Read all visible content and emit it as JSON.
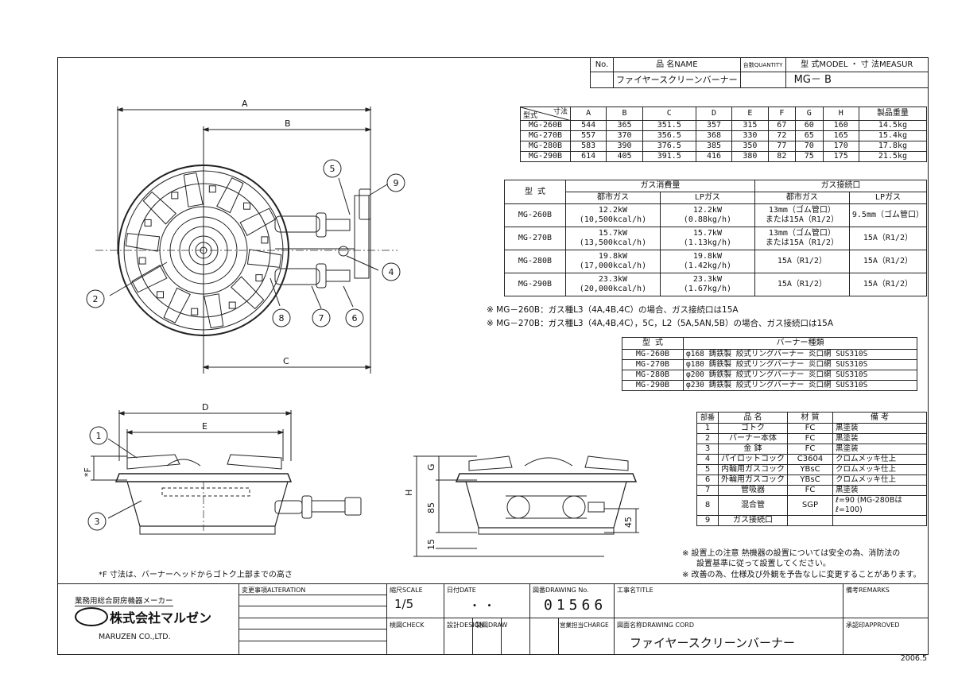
{
  "header": {
    "no_label": "No.",
    "name_label": "品 名NAME",
    "qty_label": "台数QUANTITY",
    "model_label": "型 式MODEL ・ 寸 法MEASUR",
    "name_value": "ファイヤースクリーンバーナー",
    "model_value": "MG－ B"
  },
  "dim_table": {
    "corner_top": "寸法",
    "corner_bottom": "型式",
    "columns": [
      "A",
      "B",
      "C",
      "D",
      "E",
      "F",
      "G",
      "H",
      "製品重量"
    ],
    "rows": [
      {
        "model": "MG-260B",
        "cells": [
          "544",
          "365",
          "351.5",
          "357",
          "315",
          "67",
          "60",
          "160",
          "14.5kg"
        ]
      },
      {
        "model": "MG-270B",
        "cells": [
          "557",
          "370",
          "356.5",
          "368",
          "330",
          "72",
          "65",
          "165",
          "15.4kg"
        ]
      },
      {
        "model": "MG-280B",
        "cells": [
          "583",
          "390",
          "376.5",
          "385",
          "350",
          "77",
          "70",
          "170",
          "17.8kg"
        ]
      },
      {
        "model": "MG-290B",
        "cells": [
          "614",
          "405",
          "391.5",
          "416",
          "380",
          "82",
          "75",
          "175",
          "21.5kg"
        ]
      }
    ]
  },
  "gas_table": {
    "model_header": "型 式",
    "consumption_header": "ガス消費量",
    "connection_header": "ガス接続口",
    "sub_headers": [
      "都市ガス",
      "LPガス",
      "都市ガス",
      "LPガス"
    ],
    "rows": [
      {
        "model": "MG-260B",
        "city": [
          "12.2kW",
          "(10,500kcal/h)"
        ],
        "lp": [
          "12.2kW",
          "(0.88kg/h)"
        ],
        "conn_city": [
          "13mm（ゴム管口）",
          "または15A（R1/2）"
        ],
        "conn_lp": "9.5mm（ゴム管口）"
      },
      {
        "model": "MG-270B",
        "city": [
          "15.7kW",
          "(13,500kcal/h)"
        ],
        "lp": [
          "15.7kW",
          "(1.13kg/h)"
        ],
        "conn_city": [
          "13mm（ゴム管口）",
          "または15A（R1/2）"
        ],
        "conn_lp": "15A（R1/2）"
      },
      {
        "model": "MG-280B",
        "city": [
          "19.8kW",
          "(17,000kcal/h)"
        ],
        "lp": [
          "19.8kW",
          "(1.42kg/h)"
        ],
        "conn_city": [
          "15A（R1/2）"
        ],
        "conn_lp": "15A（R1/2）"
      },
      {
        "model": "MG-290B",
        "city": [
          "23.3kW",
          "(20,000kcal/h)"
        ],
        "lp": [
          "23.3kW",
          "(1.67kg/h)"
        ],
        "conn_city": [
          "15A（R1/2）"
        ],
        "conn_lp": "15A（R1/2）"
      }
    ]
  },
  "gas_notes": [
    "※ MG－260B：ガス種L3（4A,4B,4C）の場合、ガス接続口は15A",
    "※ MG－270B：ガス種L3（4A,4B,4C），5C，L2（5A,5AN,5B）の場合、ガス接続口は15A"
  ],
  "burner_table": {
    "model_header": "型 式",
    "type_header": "バーナー種類",
    "rows": [
      {
        "model": "MG-260B",
        "spec": "φ168 鋳鉄製 絞式リングバーナー 炎口網 SUS310S"
      },
      {
        "model": "MG-270B",
        "spec": "φ180 鋳鉄製 絞式リングバーナー 炎口網 SUS310S"
      },
      {
        "model": "MG-280B",
        "spec": "φ200 鋳鉄製 絞式リングバーナー 炎口網 SUS310S"
      },
      {
        "model": "MG-290B",
        "spec": "φ230 鋳鉄製 絞式リングバーナー 炎口網 SUS310S"
      }
    ]
  },
  "parts_table": {
    "headers": [
      "部番",
      "品 名",
      "材 質",
      "備 考"
    ],
    "rows": [
      {
        "no": "1",
        "name": "ゴトク",
        "material": "FC",
        "remark": "黒塗装"
      },
      {
        "no": "2",
        "name": "バーナー本体",
        "material": "FC",
        "remark": "黒塗装"
      },
      {
        "no": "3",
        "name": "金 鉢",
        "material": "FC",
        "remark": "黒塗装"
      },
      {
        "no": "4",
        "name": "パイロットコック",
        "material": "C3604",
        "remark": "クロムメッキ仕上"
      },
      {
        "no": "5",
        "name": "内輪用ガスコック",
        "material": "YBsC",
        "remark": "クロムメッキ仕上"
      },
      {
        "no": "6",
        "name": "外輪用ガスコック",
        "material": "YBsC",
        "remark": "クロムメッキ仕上"
      },
      {
        "no": "7",
        "name": "管吸器",
        "material": "FC",
        "remark": "黒塗装"
      },
      {
        "no": "8",
        "name": "混合管",
        "material": "SGP",
        "remark": "ℓ=90 (MG-280Bはℓ=100)"
      },
      {
        "no": "9",
        "name": "ガス接続口",
        "material": "",
        "remark": ""
      }
    ]
  },
  "install_notes": [
    "※ 設置上の注意 熱機器の設置については安全の為、消防法の",
    "設置基準に従って設置してください。",
    "※ 改善の為、仕様及び外観を予告なしに変更することがあります。"
  ],
  "f_note": "*F 寸法は、バーナーヘッドからゴトク上部までの高さ",
  "drawing_labels": {
    "dims": [
      "A",
      "B",
      "C",
      "D",
      "E",
      "G",
      "H",
      "*F",
      "85",
      "45",
      "15"
    ],
    "callouts": [
      "1",
      "2",
      "3",
      "4",
      "5",
      "6",
      "7",
      "8",
      "9"
    ]
  },
  "title_block": {
    "company_tag": "業務用総合厨房機器メーカー",
    "company_name": "株式会社マルゼン",
    "company_en": "MARUZEN CO.,LTD.",
    "alteration": "変更事項ALTERATION",
    "scale_label": "縮尺SCALE",
    "scale_value": "1/5",
    "date_label": "日付DATE",
    "date_value": "・ ・",
    "drawing_no_label": "図番DRAWING No.",
    "drawing_no": "01566",
    "title_label": "工事名TITLE",
    "remarks_label": "備考REMARKS",
    "check_label": "検図CHECK",
    "design_label": "設計DESIGN",
    "draw_label": "製図DRAW",
    "charge_label": "営業担当CHARGE",
    "drawing_name_label": "図面名称DRAWING CORD",
    "drawing_name": "ファイヤースクリーンバーナー",
    "approved_label": "承認印APPROVED"
  },
  "footer_date": "2006.5"
}
